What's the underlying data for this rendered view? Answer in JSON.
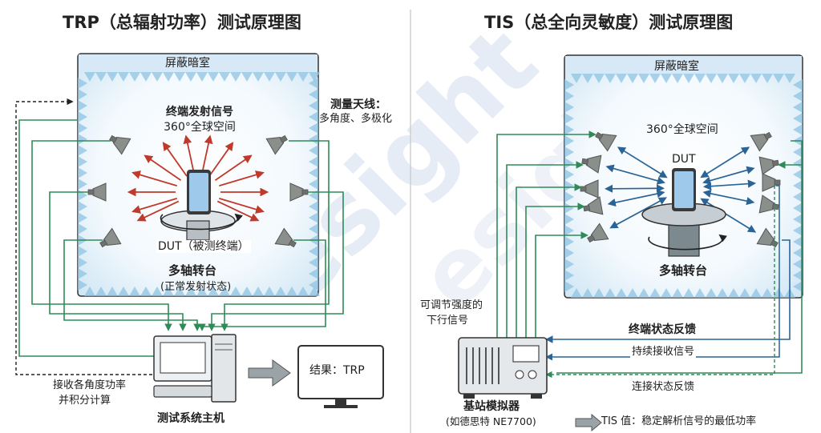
{
  "left": {
    "title": "TRP（总辐射功率）测试原理图",
    "chamber_label": "屏蔽暗室",
    "signal_label_line1": "终端发射信号",
    "signal_label_line2": "360°全球空间",
    "antenna_label_line1": "测量天线：",
    "antenna_label_line2": "多角度、多极化",
    "dut_label": "DUT（被测终端）",
    "turntable_label": "多轴转台",
    "turntable_sub": "(正常发射状态)",
    "receive_label_line1": "接收各角度功率",
    "receive_label_line2": "并积分计算",
    "host_label": "测试系统主机",
    "result_label": "结果：TRP"
  },
  "right": {
    "title": "TIS（总全向灵敏度）测试原理图",
    "chamber_label": "屏蔽暗室",
    "space_label": "360°全球空间",
    "dut_label": "DUT",
    "turntable_label": "多轴转台",
    "downlink_label_line1": "可调节强度的",
    "downlink_label_line2": "下行信号",
    "feedback_label": "终端状态反馈",
    "continuous_label": "持续接收信号",
    "disconnect_label": "连接状态反馈",
    "simulator_label": "基站模拟器",
    "simulator_sub": "(如德思特 NE7700)",
    "tis_note": "TIS 值：稳定解析信号的最低功率"
  },
  "watermark": "esight",
  "colors": {
    "chamber_edge": "#b9d9ee",
    "chamber_inner": "#f3f9fd",
    "absorber": "#8fc3e2",
    "green_line": "#2e8b57",
    "red_arrow": "#c0392b",
    "blue_arrow": "#2a6496",
    "antenna": "#8a8f8c",
    "divider": "#cfcfcf"
  }
}
